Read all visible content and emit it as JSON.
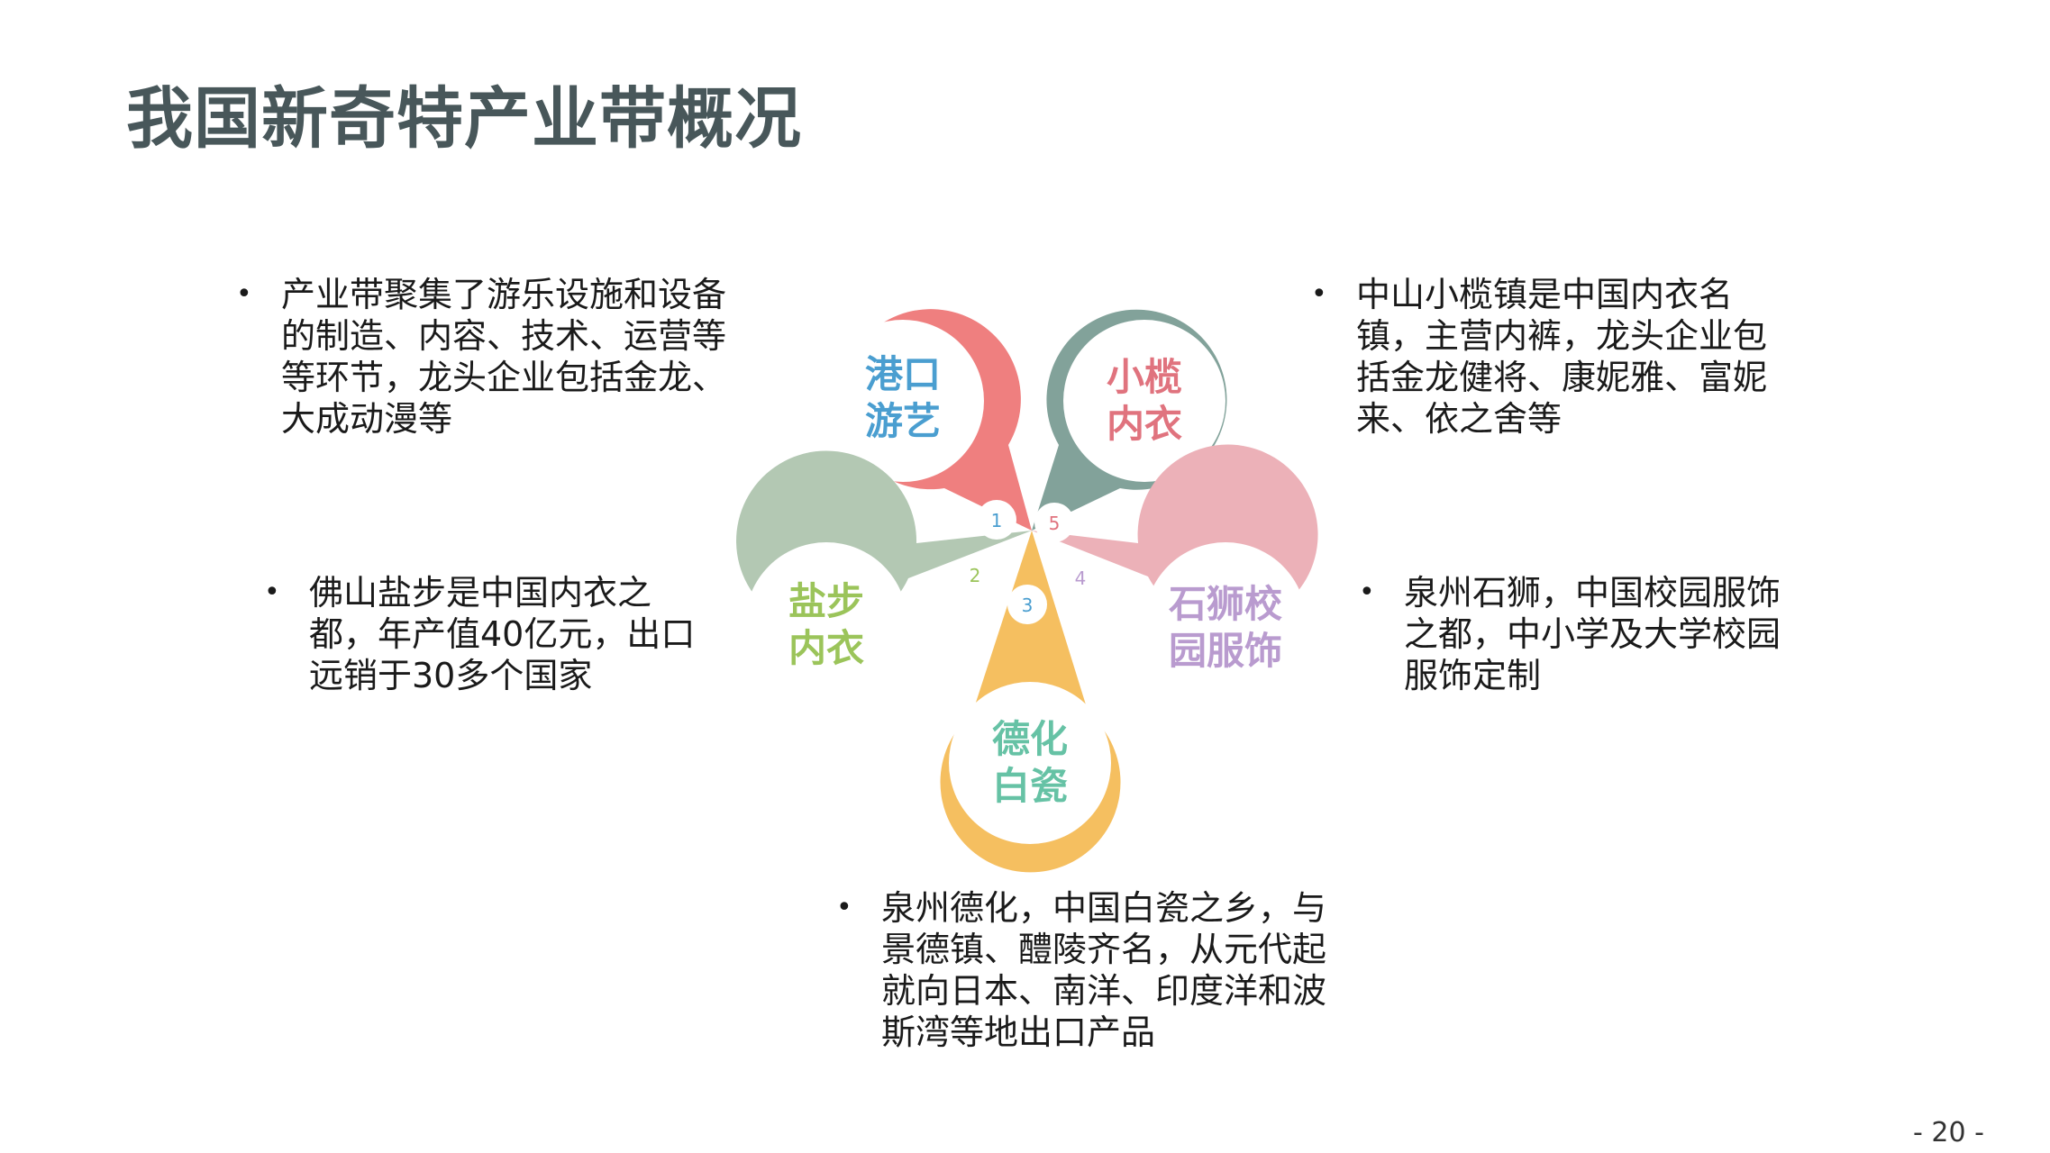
{
  "title": "我国新奇特产业带概况",
  "petals": [
    {
      "number": "1",
      "line1": "港口",
      "line2": "游艺",
      "ring_color": "#ef7f7f",
      "text_color": "#4a9ed0",
      "number_color": "#4a9ed0"
    },
    {
      "number": "2",
      "line1": "盐步",
      "line2": "内衣",
      "ring_color": "#b3c8b3",
      "text_color": "#9bc45a",
      "number_color": "#9bc45a"
    },
    {
      "number": "3",
      "line1": "德化",
      "line2": "白瓷",
      "ring_color": "#f5bf60",
      "text_color": "#66c2a5",
      "number_color": "#4a9ed0"
    },
    {
      "number": "4",
      "line1": "石狮校",
      "line2": "园服饰",
      "ring_color": "#ecb1b8",
      "text_color": "#b99bcf",
      "number_color": "#b99bcf"
    },
    {
      "number": "5",
      "line1": "小榄",
      "line2": "内衣",
      "ring_color": "#82a29a",
      "text_color": "#e0737e",
      "number_color": "#e0737e"
    }
  ],
  "descriptions": {
    "gangkou": "产业带聚集了游乐设施和设备的制造、内容、技术、运营等等环节，龙头企业包括金龙、大成动漫等",
    "yanbu": "佛山盐步是中国内衣之都，年产值40亿元，出口远销于30多个国家",
    "dehua": "泉州德化，中国白瓷之乡，与景德镇、醴陵齐名，从元代起就向日本、南洋、印度洋和波斯湾等地出口产品",
    "shishi": "泉州石狮，中国校园服饰之都，中小学及大学校园服饰定制",
    "xiaolan": "中山小榄镇是中国内衣名镇，主营内裤，龙头企业包括金龙健将、康妮雅、富妮来、依之舍等"
  },
  "bullet_char": "•",
  "page_number": "- 20 -"
}
